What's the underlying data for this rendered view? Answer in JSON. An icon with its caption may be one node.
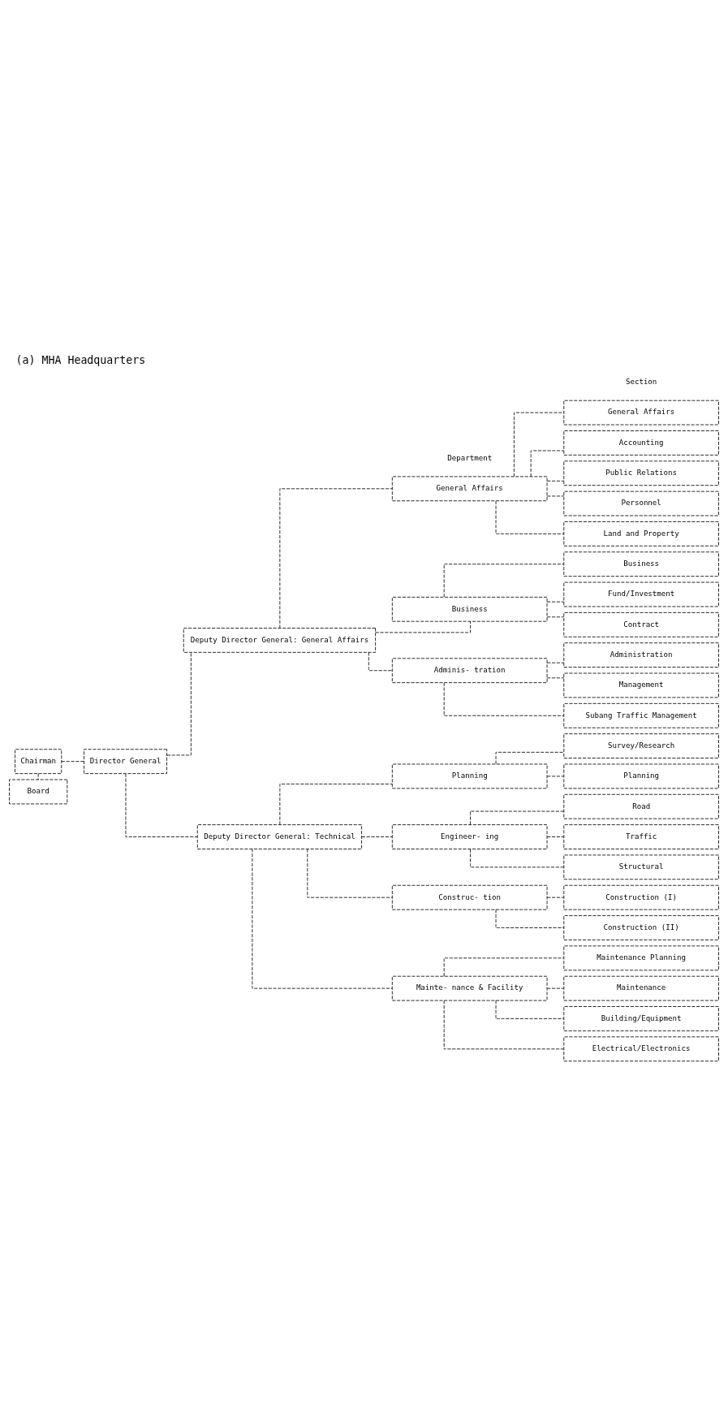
{
  "diagram": {
    "title": "(a) MHA Headquarters",
    "nodes": [
      {
        "text": [
          "Chairman"
        ]
      },
      {
        "text": [
          "Board"
        ]
      },
      {
        "text": [
          "Director General"
        ]
      },
      {
        "text": [
          "Deputy Director General: General Affairs"
        ]
      },
      {
        "text": [
          "Deputy Director General: Technical"
        ]
      },
      {
        "text": [
          "General Affairs"
        ]
      },
      {
        "text": [
          "Business"
        ]
      },
      {
        "text": [
          "Adminis- tration"
        ]
      },
      {
        "text": [
          "Planning"
        ]
      },
      {
        "text": [
          "Engineer- ing"
        ]
      },
      {
        "text": [
          "Construc- tion"
        ]
      },
      {
        "text": [
          "Mainte- nance & Facility"
        ]
      },
      {
        "text": [
          "General Affairs"
        ]
      },
      {
        "text": [
          "Accounting"
        ]
      },
      {
        "text": [
          "Public Relations"
        ]
      },
      {
        "text": [
          "Personnel"
        ]
      },
      {
        "text": [
          "Land and Property"
        ]
      },
      {
        "text": [
          "Business"
        ]
      },
      {
        "text": [
          "Fund/Investment"
        ]
      },
      {
        "text": [
          "Contract"
        ]
      },
      {
        "text": [
          "Administration"
        ]
      },
      {
        "text": [
          "Management"
        ]
      },
      {
        "text": [
          "Subang Traffic Management"
        ]
      },
      {
        "text": [
          "Survey/Research"
        ]
      },
      {
        "text": [
          "Planning"
        ]
      },
      {
        "text": [
          "Road"
        ]
      },
      {
        "text": [
          "Traffic"
        ]
      },
      {
        "text": [
          "Structural"
        ]
      },
      {
        "text": [
          "Construction (I)"
        ]
      },
      {
        "text": [
          "Construction (II)"
        ]
      },
      {
        "text": [
          "Maintenance Planning"
        ]
      },
      {
        "text": [
          "Maintenance"
        ]
      },
      {
        "text": [
          "Building/Equipment"
        ]
      },
      {
        "text": [
          "Electrical/Electronics"
        ]
      }
    ],
    "edges": [
      {
        "from": 0,
        "to": 2,
        "arrow": "none"
      },
      {
        "from": 0,
        "to": 1,
        "arrow": "none"
      },
      {
        "from": 2,
        "to": 3,
        "arrow": "none"
      },
      {
        "from": 2,
        "to": 4,
        "arrow": "none"
      },
      {
        "from": 3,
        "to": 5,
        "arrow": "none"
      },
      {
        "from": 3,
        "to": 6,
        "arrow": "none"
      },
      {
        "from": 3,
        "to": 7,
        "arrow": "none"
      },
      {
        "from": 4,
        "to": 8,
        "arrow": "none"
      },
      {
        "from": 4,
        "to": 9,
        "arrow": "none"
      },
      {
        "from": 4,
        "to": 10,
        "arrow": "none"
      },
      {
        "from": 4,
        "to": 11,
        "arrow": "none"
      },
      {
        "from": 5,
        "to": 12,
        "arrow": "none"
      },
      {
        "from": 5,
        "to": 13,
        "arrow": "none"
      },
      {
        "from": 5,
        "to": 14,
        "arrow": "none"
      },
      {
        "from": 5,
        "to": 15,
        "arrow": "none"
      },
      {
        "from": 5,
        "to": 16,
        "arrow": "none"
      },
      {
        "from": 6,
        "to": 17,
        "arrow": "none"
      },
      {
        "from": 6,
        "to": 18,
        "arrow": "none"
      },
      {
        "from": 6,
        "to": 19,
        "arrow": "none"
      },
      {
        "from": 7,
        "to": 20,
        "arrow": "none"
      },
      {
        "from": 7,
        "to": 21,
        "arrow": "none"
      },
      {
        "from": 7,
        "to": 22,
        "arrow": "none"
      },
      {
        "from": 8,
        "to": 23,
        "arrow": "none"
      },
      {
        "from": 8,
        "to": 24,
        "arrow": "none"
      },
      {
        "from": 9,
        "to": 25,
        "arrow": "none"
      },
      {
        "from": 9,
        "to": 26,
        "arrow": "none"
      },
      {
        "from": 9,
        "to": 27,
        "arrow": "none"
      },
      {
        "from": 10,
        "to": 28,
        "arrow": "none"
      },
      {
        "from": 10,
        "to": 29,
        "arrow": "none"
      },
      {
        "from": 11,
        "to": 30,
        "arrow": "none"
      },
      {
        "from": 11,
        "to": 31,
        "arrow": "none"
      },
      {
        "from": 11,
        "to": 32,
        "arrow": "none"
      },
      {
        "from": 11,
        "to": 33,
        "arrow": "none"
      }
    ],
    "labels": [
      "Department",
      "Section"
    ]
  }
}
